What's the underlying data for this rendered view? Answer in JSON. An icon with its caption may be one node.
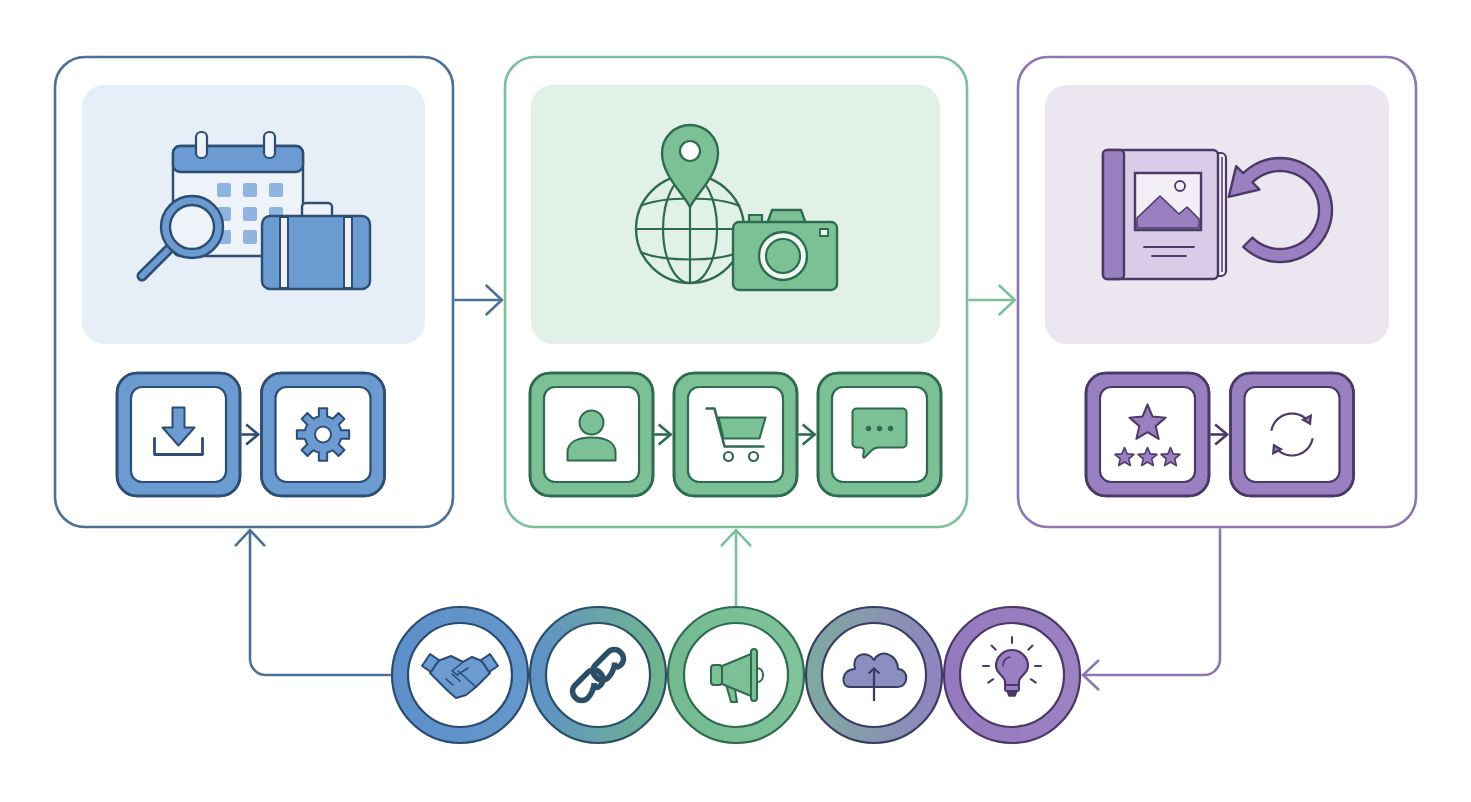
{
  "diagram": {
    "nodes": [
      {
        "text": [],
        "shape": "box"
      },
      {
        "text": [],
        "shape": "picture",
        "in": 0
      },
      {
        "text": [],
        "shape": "box",
        "in": 0
      },
      {
        "text": [],
        "shape": "box",
        "in": 0
      },
      {
        "text": [],
        "shape": "box"
      },
      {
        "text": [],
        "shape": "picture",
        "in": 4
      },
      {
        "text": [],
        "shape": "box",
        "in": 4
      },
      {
        "text": [],
        "shape": "box",
        "in": 4
      },
      {
        "text": [],
        "shape": "box",
        "in": 4
      },
      {
        "text": [],
        "shape": "box"
      },
      {
        "text": [],
        "shape": "picture",
        "in": 9
      },
      {
        "text": [],
        "shape": "box",
        "in": 9
      },
      {
        "text": [],
        "shape": "box",
        "in": 9
      },
      {
        "text": [],
        "shape": "circle"
      },
      {
        "text": [],
        "shape": "circle"
      },
      {
        "text": [],
        "shape": "circle"
      },
      {
        "text": [],
        "shape": "circle"
      },
      {
        "text": [],
        "shape": "circle"
      }
    ],
    "edges": [
      {
        "from": 0,
        "to": 4,
        "arrow": "to",
        "color": "#4d7196"
      },
      {
        "from": 2,
        "to": 3,
        "arrow": "to",
        "color": "#2d4d73"
      },
      {
        "from": 4,
        "to": 9,
        "arrow": "to",
        "color": "#7fbf9c"
      },
      {
        "from": 6,
        "to": 7,
        "arrow": "to",
        "color": "#2f6b4f"
      },
      {
        "from": 7,
        "to": 8,
        "arrow": "to",
        "color": "#2f6b4f"
      },
      {
        "from": 11,
        "to": 12,
        "arrow": "to",
        "color": "#4b3a68"
      },
      {
        "from": 13,
        "to": 0,
        "arrow": "to",
        "color": "#4d7196"
      },
      {
        "from": 15,
        "to": 4,
        "arrow": "to",
        "color": "#7fbf9c"
      },
      {
        "from": 9,
        "to": 17,
        "arrow": "to",
        "color": "#8e77b0"
      }
    ]
  }
}
